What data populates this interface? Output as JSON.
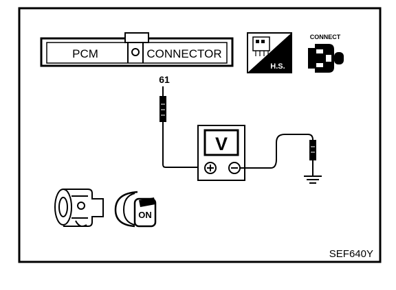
{
  "connector": {
    "pcm_label": "PCM",
    "connector_label": "CONNECTOR",
    "terminal_number": "61"
  },
  "hs_badge": {
    "label": "H.S."
  },
  "connect_badge": {
    "label": "CONNECT"
  },
  "voltmeter": {
    "display": "V"
  },
  "ignition_key": {
    "label": "ON"
  },
  "reference_code": "SEF640Y",
  "colors": {
    "ink": "#000000",
    "paper": "#ffffff"
  }
}
